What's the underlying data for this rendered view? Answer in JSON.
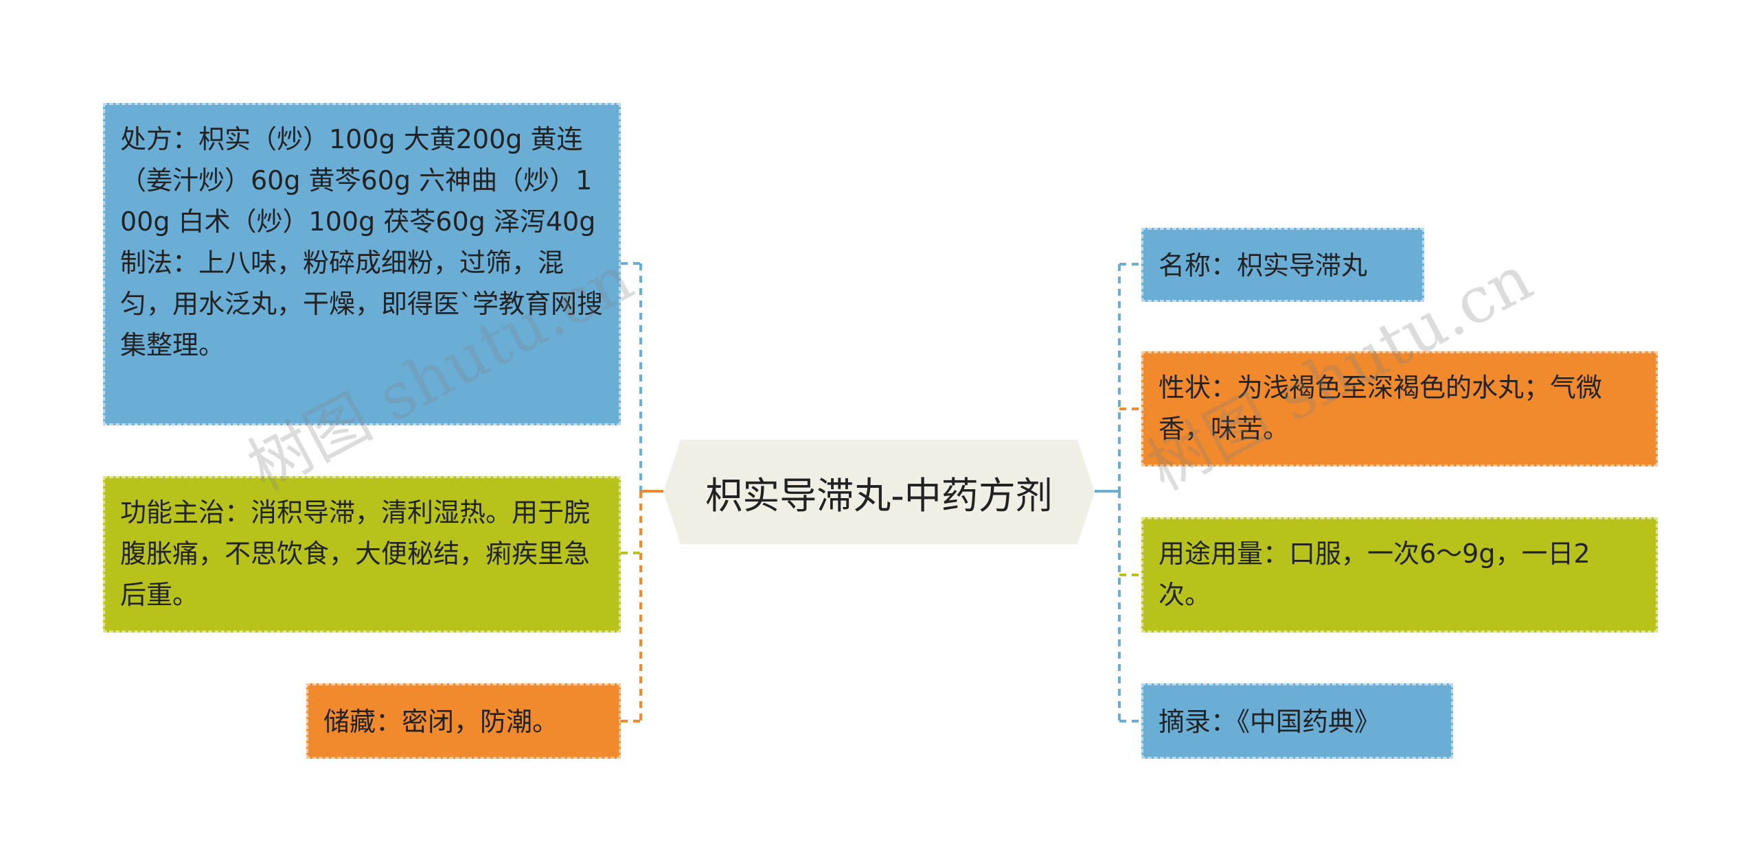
{
  "center": {
    "title": "枳实导滞丸-中药方剂"
  },
  "left": [
    {
      "id": "prescription",
      "text": "处方：枳实（炒）100g 大黄200g 黄连（姜汁炒）60g 黄芩60g 六神曲（炒）100g 白术（炒）100g 茯苓60g 泽泻40g制法：上八味，粉碎成细粉，过筛，混匀，用水泛丸，干燥，即得医`学教育网搜集整理。",
      "color": "#6aaed6"
    },
    {
      "id": "function",
      "text": "功能主治：消积导滞，清利湿热。用于脘腹胀痛，不思饮食，大便秘结，痢疾里急后重。",
      "color": "#b7c21a"
    },
    {
      "id": "storage",
      "text": "储藏：密闭，防潮。",
      "color": "#f08a2c"
    }
  ],
  "right": [
    {
      "id": "name",
      "text": "名称：枳实导滞丸",
      "color": "#6aaed6"
    },
    {
      "id": "appearance",
      "text": "性状：为浅褐色至深褐色的水丸；气微香，味苦。",
      "color": "#f08a2c"
    },
    {
      "id": "usage",
      "text": "用途用量：口服，一次6～9g，一日2次。",
      "color": "#b7c21a"
    },
    {
      "id": "source",
      "text": "摘录：《中国药典》",
      "color": "#6aaed6"
    }
  ],
  "watermarks": [
    "树图 shutu.cn",
    "树图 shutu.cn"
  ]
}
